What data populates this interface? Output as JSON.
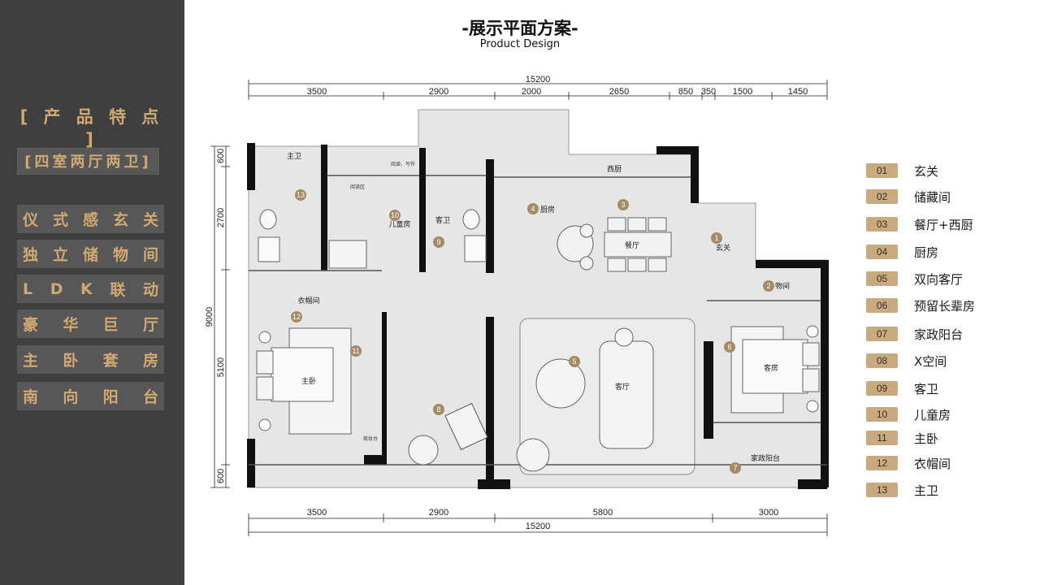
{
  "sidebar": {
    "title": "[ 产 品 特 点 ]",
    "subtitle": "[四室两厅两卫]",
    "features": [
      {
        "chars": [
          "仪",
          "式",
          "感",
          "玄",
          "关"
        ]
      },
      {
        "chars": [
          "独",
          "立",
          "储",
          "物",
          "间"
        ]
      },
      {
        "chars": [
          "L",
          "D",
          "K",
          "联",
          "动"
        ]
      },
      {
        "chars": [
          "豪",
          "华",
          "巨",
          "厅"
        ]
      },
      {
        "chars": [
          "主",
          "卧",
          "套",
          "房"
        ]
      },
      {
        "chars": [
          "南",
          "向",
          "阳",
          "台"
        ]
      }
    ]
  },
  "header": {
    "title": "-展示平面方案-",
    "subtitle": "Product Design"
  },
  "floorplan": {
    "top_total": "15200",
    "top_dims": [
      "3500",
      "2900",
      "2000",
      "2650",
      "850",
      "350",
      "1500",
      "1450"
    ],
    "bottom_dims": [
      "3500",
      "2900",
      "5800",
      "3000"
    ],
    "bottom_total": "15200",
    "left_total": "9000",
    "left_dims": [
      "600",
      "2700",
      "5100",
      "600"
    ],
    "rooms": {
      "master_bath": "主卫",
      "reading": "阅读区",
      "reading_writing": "阅读、写作",
      "kids_room": "儿童房",
      "guest_bath": "客卫",
      "kitchen": "厨房",
      "west_kitchen": "西厨",
      "dining": "餐厅",
      "entrance": "玄关",
      "storage": "物间",
      "walkin_closet": "衣帽间",
      "master_bedroom": "主卧",
      "living_room": "客厅",
      "guest_room": "客房",
      "utility_balcony": "家政阳台",
      "dresser": "梳妆台"
    },
    "markers": [
      "1",
      "2",
      "3",
      "4",
      "5",
      "6",
      "7",
      "8",
      "9",
      "10",
      "11",
      "12",
      "13"
    ]
  },
  "legend": [
    {
      "num": "01",
      "label": "玄关"
    },
    {
      "num": "02",
      "label": "储藏间"
    },
    {
      "num": "03",
      "label": "餐厅+西厨"
    },
    {
      "num": "04",
      "label": "厨房"
    },
    {
      "num": "05",
      "label": "双向客厅"
    },
    {
      "num": "06",
      "label": "预留长辈房"
    },
    {
      "num": "07",
      "label": "家政阳台"
    },
    {
      "num": "08",
      "label": "X空间"
    },
    {
      "num": "09",
      "label": "客卫"
    },
    {
      "num": "10",
      "label": "儿童房"
    },
    {
      "num": "11",
      "label": "主卧"
    },
    {
      "num": "12",
      "label": "衣帽间"
    },
    {
      "num": "13",
      "label": "主卫"
    }
  ],
  "colors": {
    "sidebar_bg": "#3f3f3f",
    "accent_gold": "#d0a972",
    "badge": "#c9a97f",
    "marker": "#a58a67",
    "floor": "#e8e8e8"
  }
}
